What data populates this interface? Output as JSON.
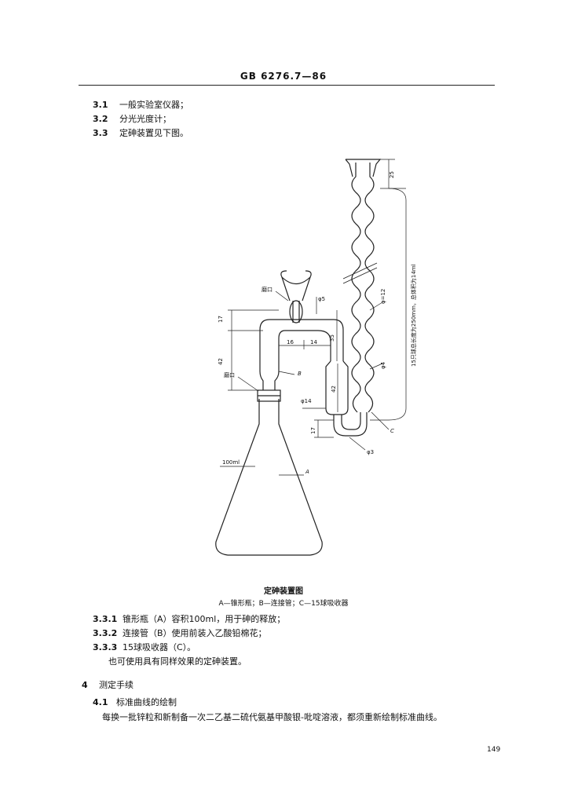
{
  "header": {
    "standard_code": "GB 6276.7—86"
  },
  "section3": {
    "items": [
      {
        "num": "3.1",
        "text": "一般实验室仪器；"
      },
      {
        "num": "3.2",
        "text": "分光光度计；"
      },
      {
        "num": "3.3",
        "text": "定砷装置见下图。"
      }
    ]
  },
  "figure": {
    "labels": {
      "grind_mouth_top": "磨口",
      "grind_mouth_bottom": "磨口",
      "phi5": "φ5",
      "phi12": "φ=12",
      "phi4": "φ4",
      "phi14": "φ14",
      "phi3": "φ3",
      "dim_17_left": "17",
      "dim_42_left": "42",
      "dim_16": "16",
      "dim_14": "14",
      "dim_35": "35",
      "dim_42_mid": "42",
      "dim_17_bottom": "17",
      "dim_25": "25",
      "volume_mark": "100ml",
      "label_A": "A",
      "label_B": "B",
      "label_C": "C",
      "side_note": "15只球总长度为250mm，总体积为14ml"
    },
    "caption_title": "定砷装置图",
    "caption_legend": "A—锥形瓶；B—连接管；C—15球吸收器"
  },
  "section33": {
    "items": [
      {
        "num": "3.3.1",
        "text": "锥形瓶（A）容积100ml，用于砷的释放；"
      },
      {
        "num": "3.3.2",
        "text": "连接管（B）使用前装入乙酸铅棉花；"
      },
      {
        "num": "3.3.3",
        "text": "15球吸收器（C）。"
      }
    ],
    "note": "也可使用具有同样效果的定砷装置。"
  },
  "section4": {
    "num": "4",
    "title": "测定手续",
    "sub": [
      {
        "num": "4.1",
        "title": "标准曲线的绘制",
        "body": "每换一批锌粒和新制备一次二乙基二硫代氨基甲酸银-吡啶溶液，都须重新绘制标准曲线。"
      }
    ]
  },
  "page_number": "149"
}
